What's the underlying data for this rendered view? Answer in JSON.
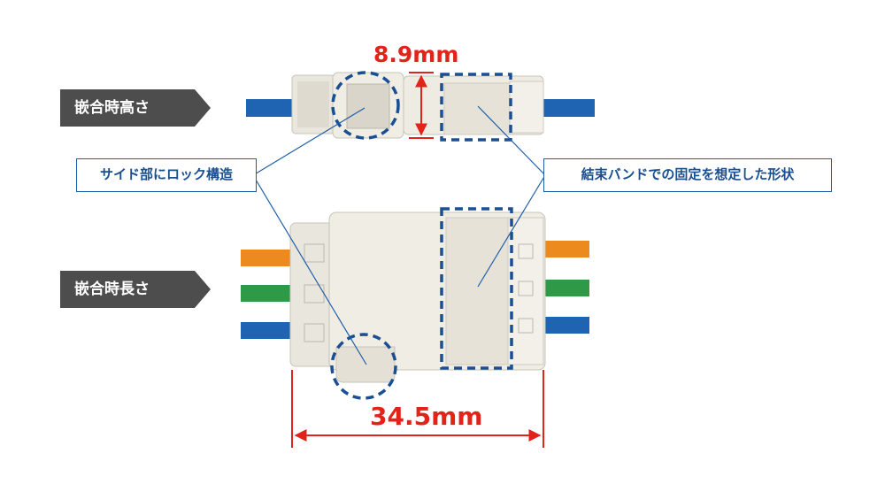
{
  "labels": {
    "mating_height": "嵌合時高さ",
    "mating_length": "嵌合時長さ"
  },
  "callouts": {
    "side_lock": "サイド部にロック構造",
    "cable_tie": "結束バンドでの固定を想定した形状"
  },
  "dimensions": {
    "height": "8.9mm",
    "length": "34.5mm"
  },
  "colors": {
    "dimension_red": "#e2231a",
    "callout_blue": "#1d5fa6",
    "dashed_blue": "#1b4f94",
    "tag_gray": "#4d4d4d",
    "wire_blue": "#1f64b2",
    "wire_orange": "#ec8a1e",
    "wire_green": "#2e9a48",
    "connector_body": "#eeebe3"
  }
}
